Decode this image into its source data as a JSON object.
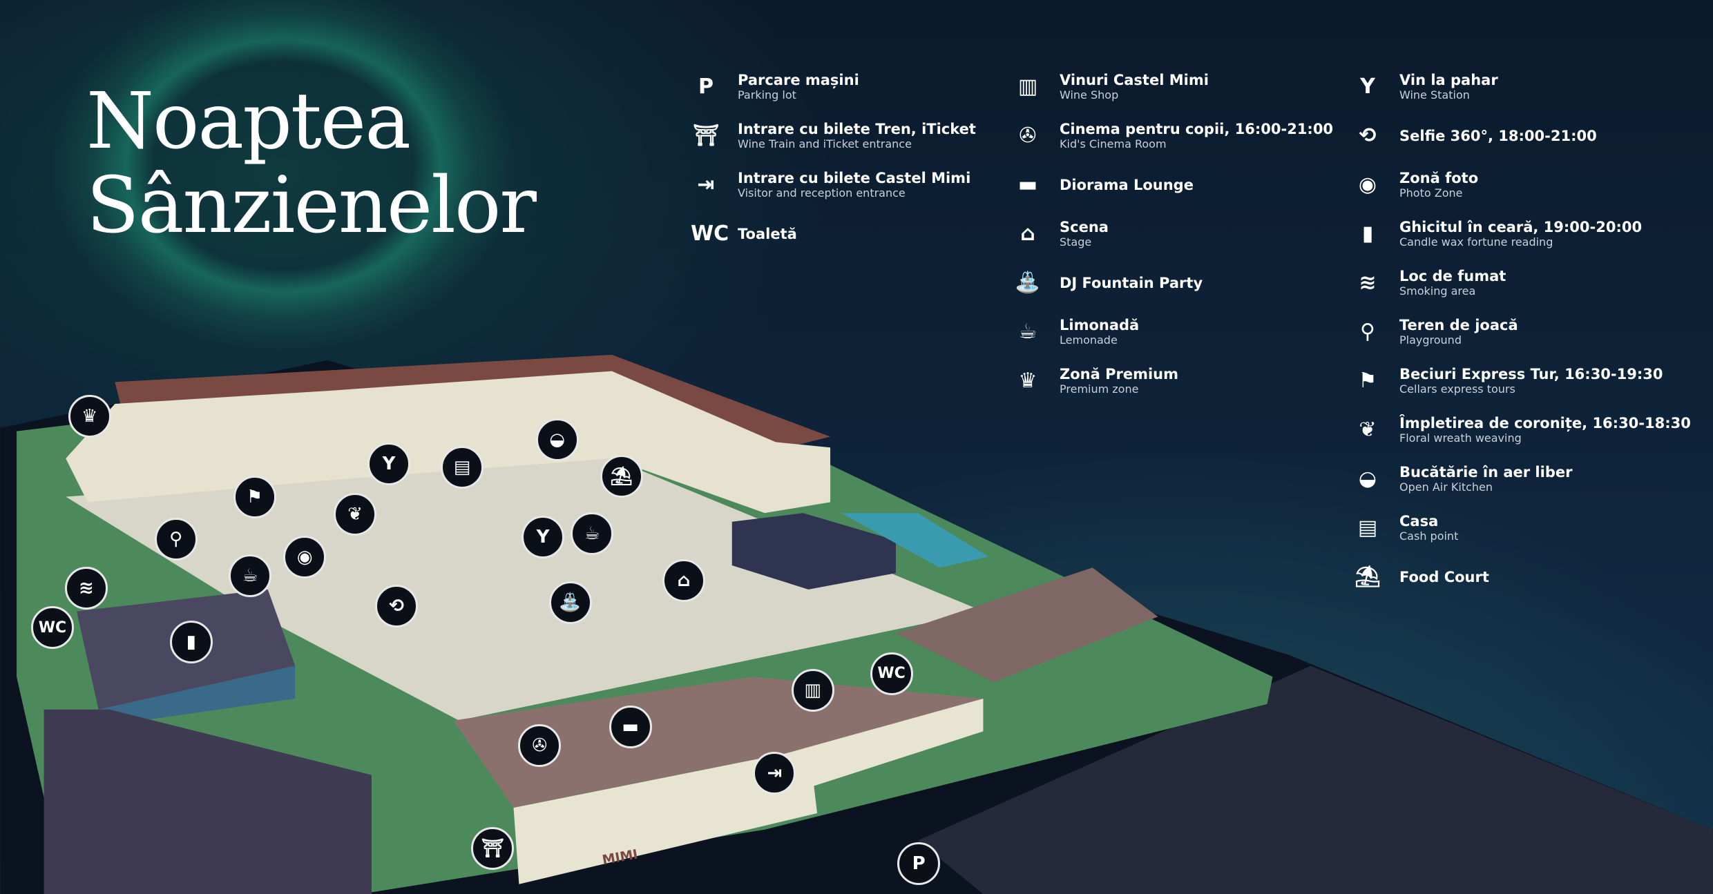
{
  "title": {
    "line1": "Noaptea",
    "line2": "Sânzienelor"
  },
  "legend": {
    "col1": [
      {
        "icon": "parking-icon",
        "glyph": "P",
        "label": "Parcare mașini",
        "sub": "Parking lot"
      },
      {
        "icon": "gate-icon",
        "glyph": "⛩",
        "label": "Intrare cu bilete Tren, iTicket",
        "sub": "Wine Train and iTicket entrance"
      },
      {
        "icon": "entrance-arrow-icon",
        "glyph": "⇥",
        "label": "Intrare cu bilete Castel Mimi",
        "sub": "Visitor and reception entrance"
      },
      {
        "icon": "wc-icon",
        "glyph": "WC",
        "label": "Toaletă",
        "sub": ""
      }
    ],
    "col2": [
      {
        "icon": "wine-shop-icon",
        "glyph": "▥",
        "label": "Vinuri Castel Mimi",
        "sub": "Wine Shop"
      },
      {
        "icon": "film-reel-icon",
        "glyph": "✇",
        "label": "Cinema pentru copii, 16:00-21:00",
        "sub": "Kid's Cinema Room"
      },
      {
        "icon": "sofa-icon",
        "glyph": "▬",
        "label": "Diorama Lounge",
        "sub": ""
      },
      {
        "icon": "stage-icon",
        "glyph": "⌂",
        "label": "Scena",
        "sub": "Stage"
      },
      {
        "icon": "fountain-icon",
        "glyph": "⛲",
        "label": "DJ Fountain Party",
        "sub": ""
      },
      {
        "icon": "lemonade-icon",
        "glyph": "☕",
        "label": "Limonadă",
        "sub": "Lemonade"
      },
      {
        "icon": "premium-crown-icon",
        "glyph": "♛",
        "label": "Zonă Premium",
        "sub": "Premium zone"
      }
    ],
    "col3": [
      {
        "icon": "wine-glass-icon",
        "glyph": "Y",
        "label": "Vin la pahar",
        "sub": "Wine Station"
      },
      {
        "icon": "selfie-360-icon",
        "glyph": "⟲",
        "label": "Selfie 360°, 18:00-21:00",
        "sub": ""
      },
      {
        "icon": "photo-pin-icon",
        "glyph": "◉",
        "label": "Zonă foto",
        "sub": "Photo Zone"
      },
      {
        "icon": "candle-icon",
        "glyph": "▮",
        "label": "Ghicitul în ceară, 19:00-20:00",
        "sub": "Candle wax fortune reading"
      },
      {
        "icon": "cigarette-icon",
        "glyph": "≋",
        "label": "Loc de fumat",
        "sub": "Smoking area"
      },
      {
        "icon": "badminton-icon",
        "glyph": "⚲",
        "label": "Teren de joacă",
        "sub": "Playground"
      },
      {
        "icon": "tour-guide-icon",
        "glyph": "⚑",
        "label": "Beciuri Express Tur, 16:30-19:30",
        "sub": "Cellars express tours"
      },
      {
        "icon": "wreath-icon",
        "glyph": "❦",
        "label": "Împletirea de coronițe, 16:30-18:30",
        "sub": "Floral wreath weaving"
      },
      {
        "icon": "grill-icon",
        "glyph": "◒",
        "label": "Bucătărie în aer liber",
        "sub": "Open Air Kitchen"
      },
      {
        "icon": "cash-register-icon",
        "glyph": "▤",
        "label": "Casa",
        "sub": "Cash point"
      },
      {
        "icon": "food-court-icon",
        "glyph": "⛱",
        "label": "Food Court",
        "sub": ""
      }
    ]
  },
  "map": {
    "sign": "MIMI",
    "markers": [
      {
        "name": "premium",
        "glyph": "♛"
      },
      {
        "name": "wine-glass",
        "glyph": "Y"
      },
      {
        "name": "cash-register",
        "glyph": "▤"
      },
      {
        "name": "grill",
        "glyph": "◒"
      },
      {
        "name": "food-court",
        "glyph": "⛱"
      },
      {
        "name": "tour-guide",
        "glyph": "⚑"
      },
      {
        "name": "wreath",
        "glyph": "❦"
      },
      {
        "name": "badminton",
        "glyph": "⚲"
      },
      {
        "name": "photo-pin",
        "glyph": "◉"
      },
      {
        "name": "lemonade",
        "glyph": "☕"
      },
      {
        "name": "wine-glass",
        "glyph": "Y"
      },
      {
        "name": "lemonade",
        "glyph": "☕"
      },
      {
        "name": "stage",
        "glyph": "⌂"
      },
      {
        "name": "cigarette",
        "glyph": "≋"
      },
      {
        "name": "wc",
        "glyph": "WC"
      },
      {
        "name": "selfie-360",
        "glyph": "⟲"
      },
      {
        "name": "fountain",
        "glyph": "⛲"
      },
      {
        "name": "candle",
        "glyph": "▮"
      },
      {
        "name": "wine-shop",
        "glyph": "▥"
      },
      {
        "name": "wc",
        "glyph": "WC"
      },
      {
        "name": "film-reel",
        "glyph": "✇"
      },
      {
        "name": "sofa",
        "glyph": "▬"
      },
      {
        "name": "entrance-arrow",
        "glyph": "⇥"
      },
      {
        "name": "gate",
        "glyph": "⛩"
      },
      {
        "name": "parking",
        "glyph": "P"
      }
    ]
  }
}
